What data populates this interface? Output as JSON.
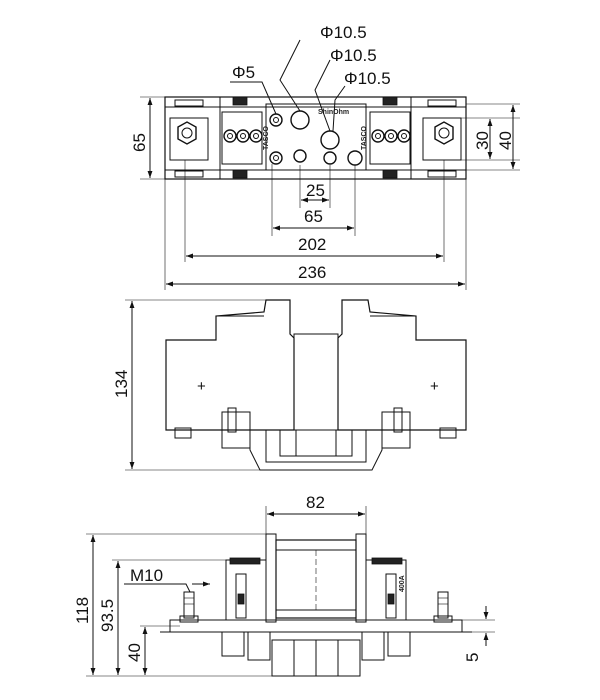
{
  "top_view": {
    "hole_small": "Φ5",
    "hole_a": "Φ10.5",
    "hole_b": "Φ10.5",
    "hole_c": "Φ10.5",
    "height": "65",
    "slot_30": "30",
    "slot_40": "40",
    "pitch_25": "25",
    "pitch_65": "65",
    "length_202": "202",
    "length_236": "236"
  },
  "front_view": {
    "height": "134"
  },
  "side_view": {
    "width_82": "82",
    "thread": "M10",
    "height_118": "118",
    "height_93_5": "93.5",
    "height_40": "40",
    "height_5": "5"
  }
}
